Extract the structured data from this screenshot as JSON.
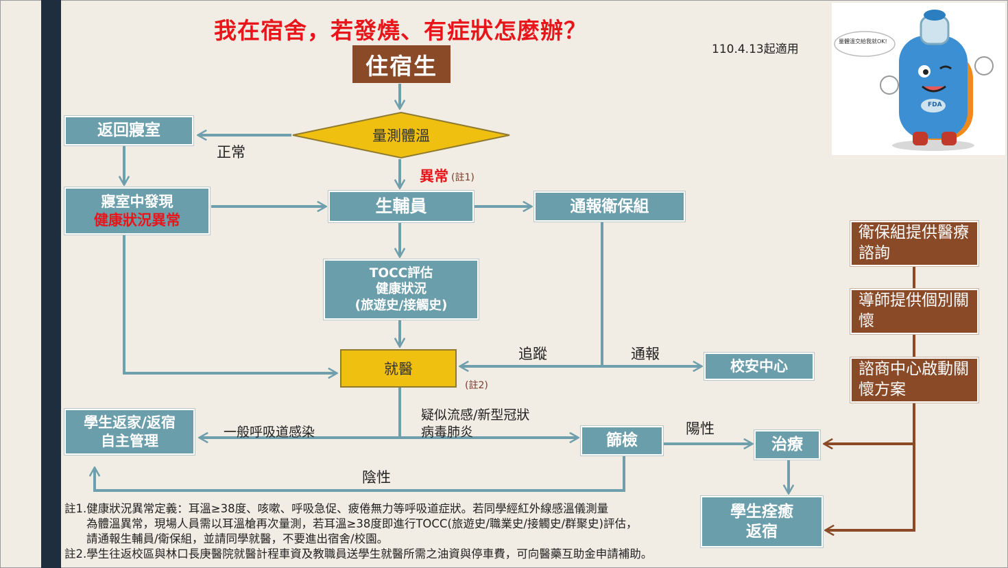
{
  "title": "我在宿舍，若發燒、有症狀怎麼辦？",
  "effective_date": "110.4.13起適用",
  "mascot": {
    "speech": "量體溫交給我就OK!",
    "badge": "FDA",
    "icon": "thermometer-mascot-icon"
  },
  "nodes": {
    "resident": "住宿生",
    "measure_temp": "量測體溫",
    "return_room": "返回寢室",
    "room_found_line1": "寢室中發現",
    "room_found_line2": "健康狀況異常",
    "life_counselor": "生輔員",
    "report_health": "通報衛保組",
    "tocc_line1": "TOCC評估",
    "tocc_line2": "健康狀況",
    "tocc_line3": "(旅遊史/接觸史)",
    "see_doctor": "就醫",
    "campus_security": "校安中心",
    "home_line1": "學生返家/返宿",
    "home_line2": "自主管理",
    "screening": "篩檢",
    "treatment": "治療",
    "recovered_line1": "學生痊癒",
    "recovered_line2": "返宿"
  },
  "support": [
    "衛保組提供醫療諮詢",
    "導師提供個別關懷",
    "諮商中心啟動關懷方案"
  ],
  "edge_labels": {
    "normal": "正常",
    "abnormal": "異常",
    "note1_ref": "(註1)",
    "note2_ref": "(註2)",
    "track": "追蹤",
    "report": "通報",
    "respiratory": "一般呼吸道感染",
    "suspected_line1": "疑似流感/新型冠狀",
    "suspected_line2": "病毒肺炎",
    "positive": "陽性",
    "negative": "陰性"
  },
  "footnotes": [
    "註1.健康狀況異常定義：耳溫≥38度、咳嗽、呼吸急促、疲倦無力等呼吸道症狀。若同學經紅外線感溫儀測量",
    "為體溫異常，現場人員需以耳溫槍再次量測，若耳溫≥38度即進行TOCC(旅遊史/職業史/接觸史/群聚史)評估，",
    "請通報生輔員/衛保組，並請同學就醫，不要進出宿舍/校園。",
    "註2.學生往返校區與林口長庚醫院就醫計程車資及教職員送學生就醫所需之油資與停車費，可向醫藥互助金申請補助。"
  ],
  "colors": {
    "teal": "#6b9eab",
    "brown": "#8a4a28",
    "yellow": "#f0c010",
    "title_red": "#e8151b",
    "sidebar": "#1e2e3e",
    "arrow": "#6f9fac"
  }
}
